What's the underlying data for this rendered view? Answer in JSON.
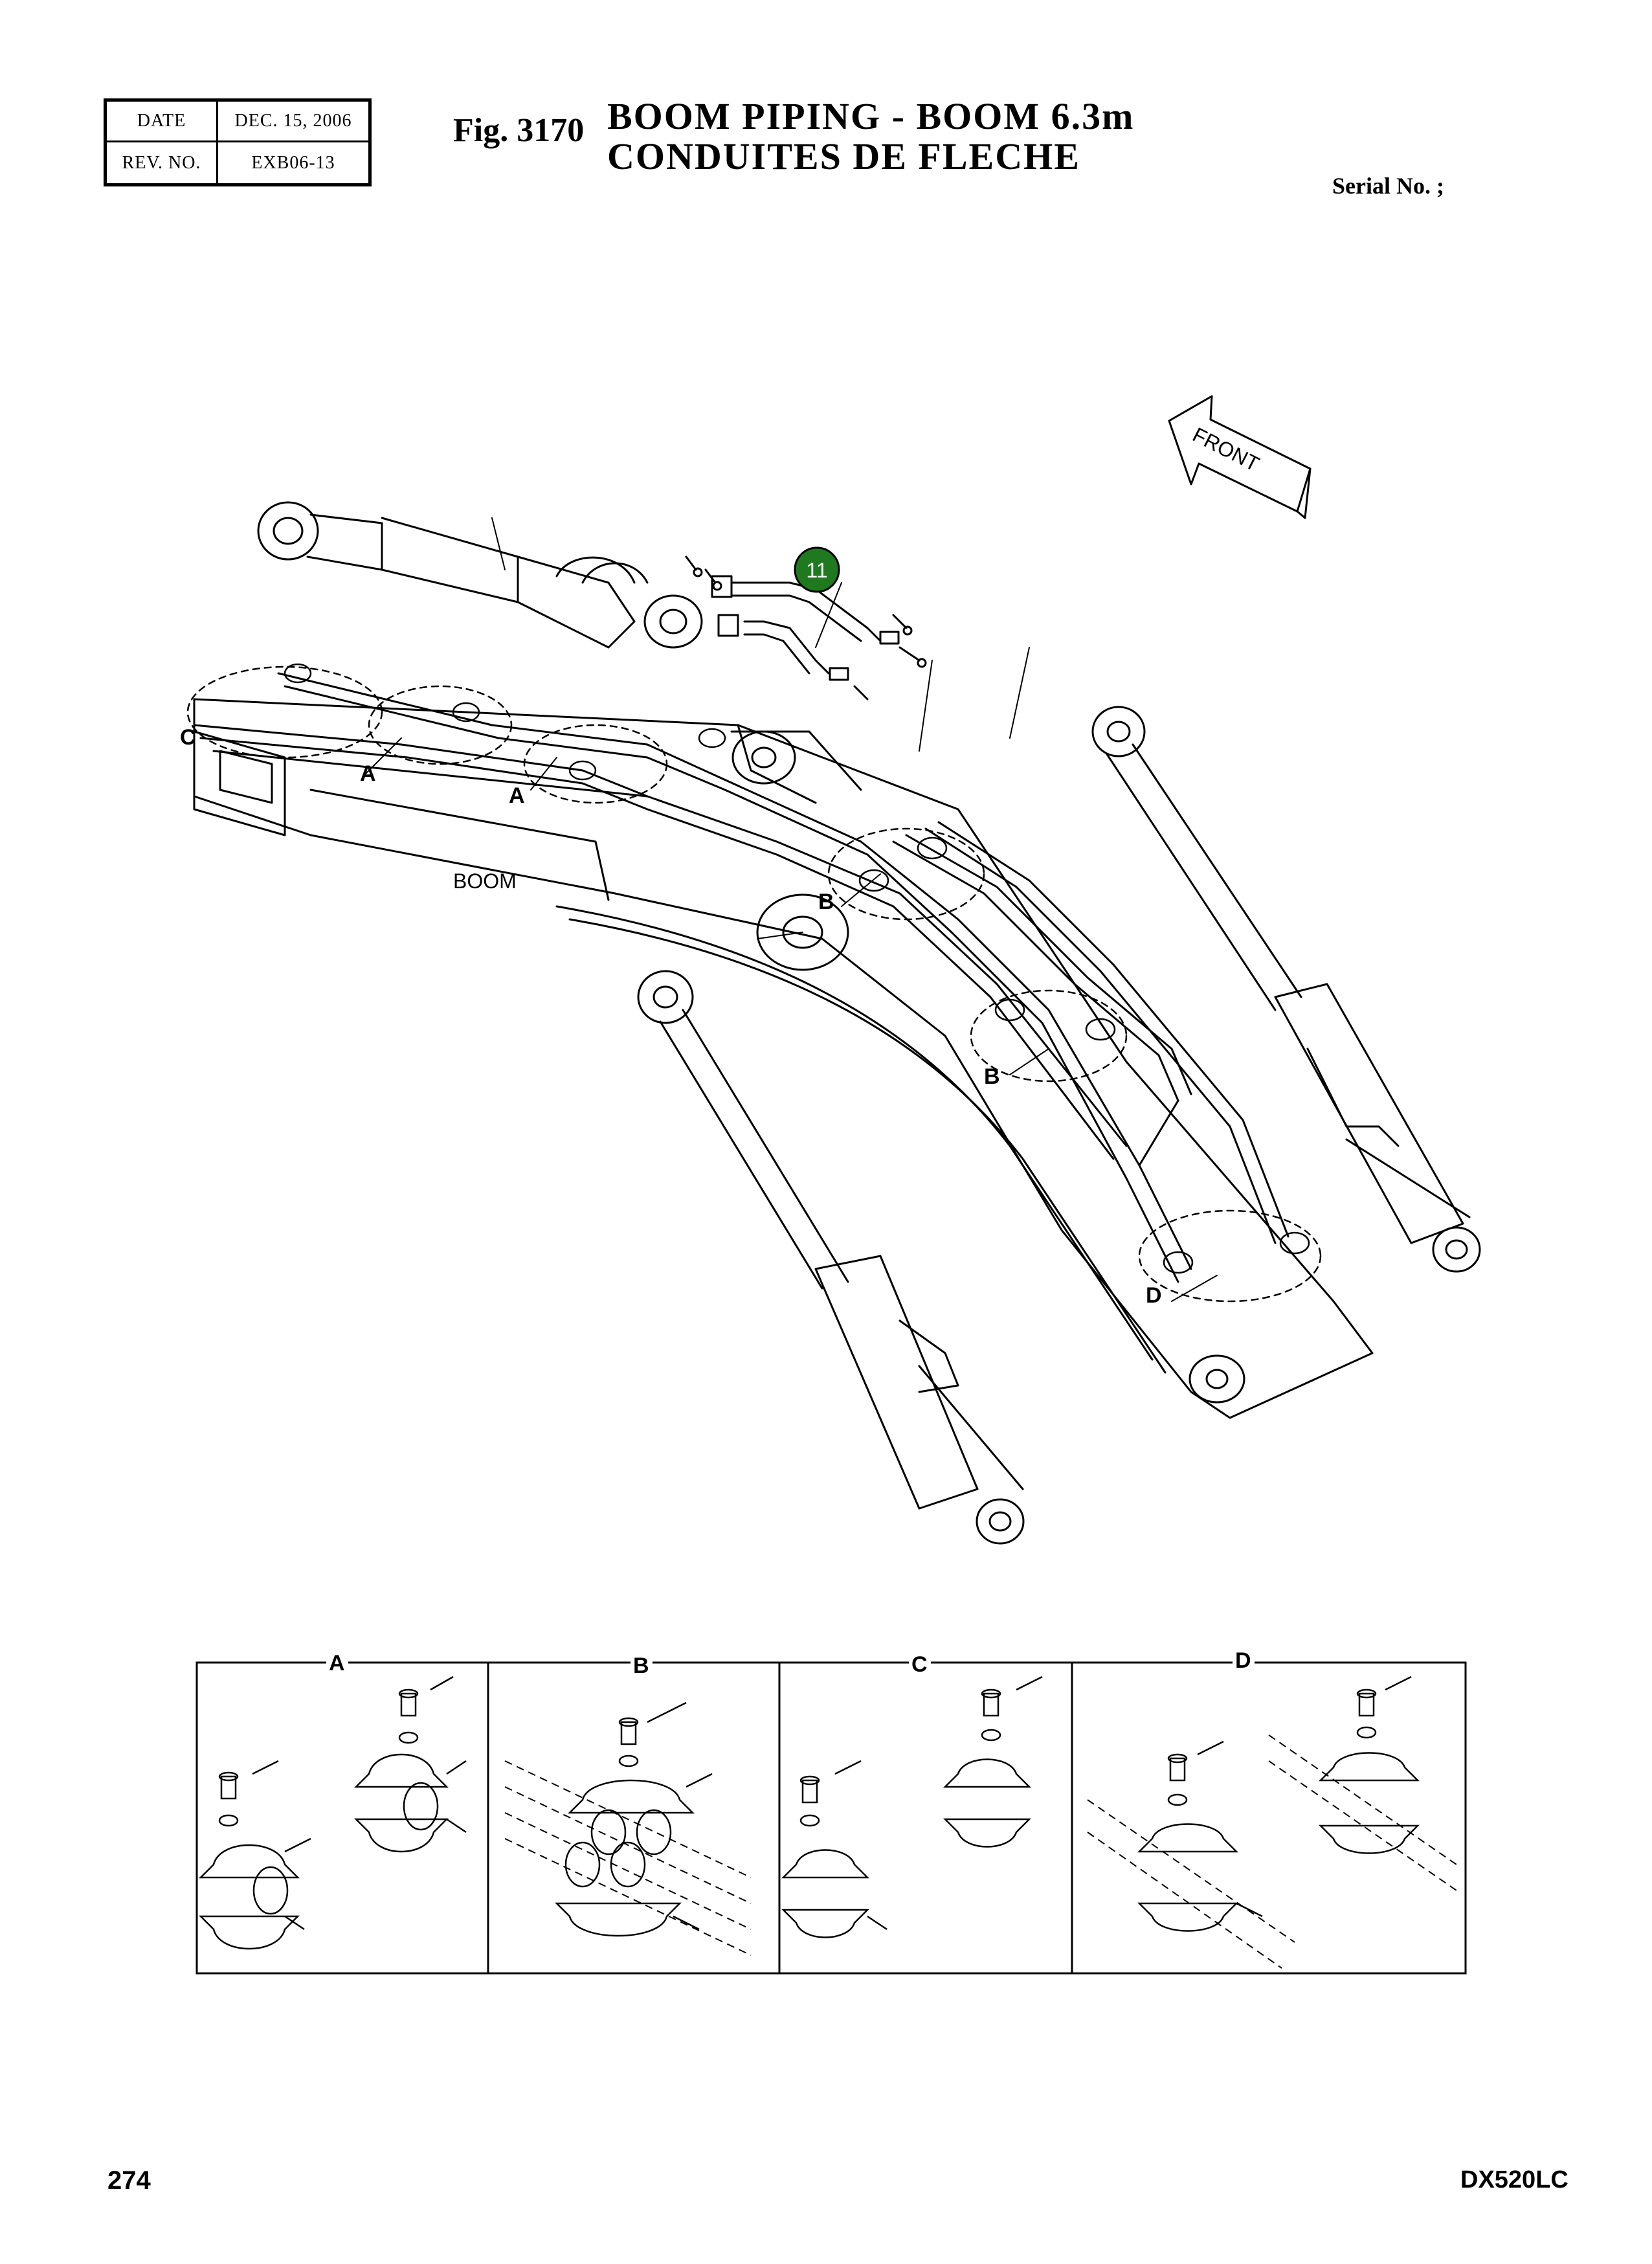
{
  "header": {
    "date_label": "DATE",
    "date_value": "DEC. 15, 2006",
    "rev_label": "REV. NO.",
    "rev_value": "EXB06-13"
  },
  "figure": {
    "number": "Fig. 3170",
    "title_en": "BOOM PIPING - BOOM 6.3m",
    "title_fr": "CONDUITES DE FLECHE"
  },
  "serial": "Serial No. ;",
  "diagram": {
    "front_label": "FRONT",
    "boom_label": "BOOM",
    "callout": "11",
    "callout_color": "#1f7a1f",
    "detail_refs": [
      "C",
      "A",
      "A",
      "B",
      "B",
      "D"
    ]
  },
  "details": {
    "panels": [
      "A",
      "B",
      "C",
      "D"
    ]
  },
  "footer": {
    "page": "274",
    "model": "DX520LC"
  }
}
